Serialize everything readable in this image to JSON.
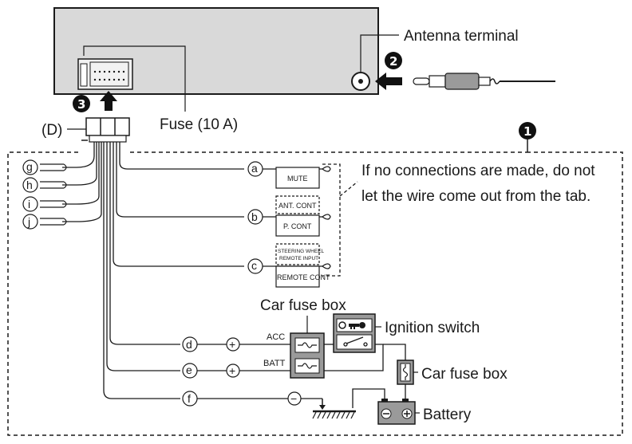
{
  "labels": {
    "antenna_terminal": "Antenna terminal",
    "fuse": "Fuse (10 A)",
    "connector_d": "(D)",
    "note_line1": "If no connections are made, do not",
    "note_line2": "let the wire come out from the tab.",
    "car_fuse_box_top": "Car fuse box",
    "ignition_switch": "Ignition switch",
    "car_fuse_box_right": "Car fuse box",
    "battery": "Battery",
    "acc": "ACC",
    "batt": "BATT"
  },
  "steps": {
    "step1": "1",
    "step2": "2",
    "step3": "3"
  },
  "terminals": {
    "a": "a",
    "b": "b",
    "c": "c",
    "d": "d",
    "e": "e",
    "f": "f",
    "g": "g",
    "h": "h",
    "i": "i",
    "j": "j"
  },
  "boxes": {
    "mute": "MUTE",
    "ant_cont": "ANT. CONT",
    "p_cont": "P. CONT",
    "steering_line1": "STEERING WHEEL",
    "steering_line2": "REMOTE INPUT",
    "remote_cont": "REMOTE CONT"
  },
  "symbols": {
    "plus": "+",
    "minus": "−"
  },
  "colors": {
    "unit_fill": "#d9d9d9",
    "line": "#1a1a1a",
    "fusebox_fill": "#9a9a9a",
    "badge_fill": "#111111"
  },
  "icons": [
    "antenna-plug-icon",
    "arrow-right-icon",
    "arrow-up-icon",
    "ground-icon",
    "battery-icon",
    "key-icon",
    "fuse-icon",
    "switch-icon"
  ]
}
